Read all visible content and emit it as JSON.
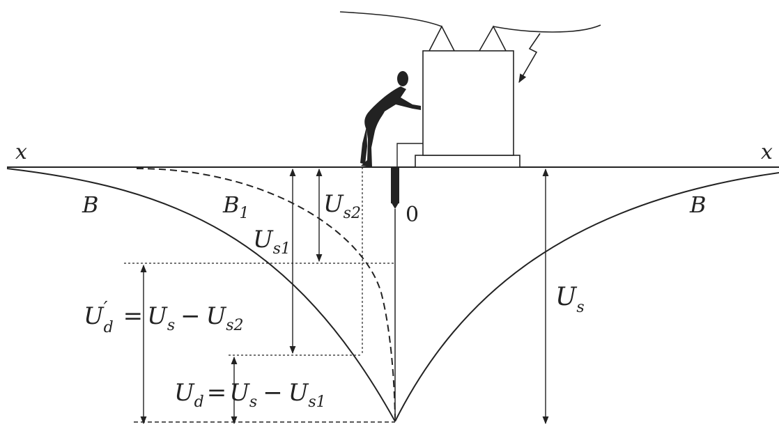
{
  "labels": {
    "x_left": "x",
    "x_right": "x",
    "curve_left": "B",
    "curve_inner": "B",
    "curve_inner_sub": "1",
    "curve_right": "B",
    "origin": "0",
    "Us2_main": "U",
    "Us2_sub": "s2",
    "Us1_main": "U",
    "Us1_sub": "s1",
    "Us_main": "U",
    "Us_sub": "s",
    "Udprime_left_main": "U",
    "Udprime_left_prime": "′",
    "Udprime_left_sub": "d",
    "Udprime_eq": "=",
    "Udprime_rhs1_main": "U",
    "Udprime_rhs1_sub": "s",
    "Udprime_minus": "−",
    "Udprime_rhs2_main": "U",
    "Udprime_rhs2_sub": "s2",
    "Ud_main": "U",
    "Ud_sub": "d",
    "Ud_eq": "=",
    "Ud_rhs1_main": "U",
    "Ud_rhs1_sub": "s",
    "Ud_minus": "−",
    "Ud_rhs2_main": "U",
    "Ud_rhs2_sub": "s1"
  },
  "colors": {
    "ink": "#222222",
    "background": "#ffffff"
  }
}
